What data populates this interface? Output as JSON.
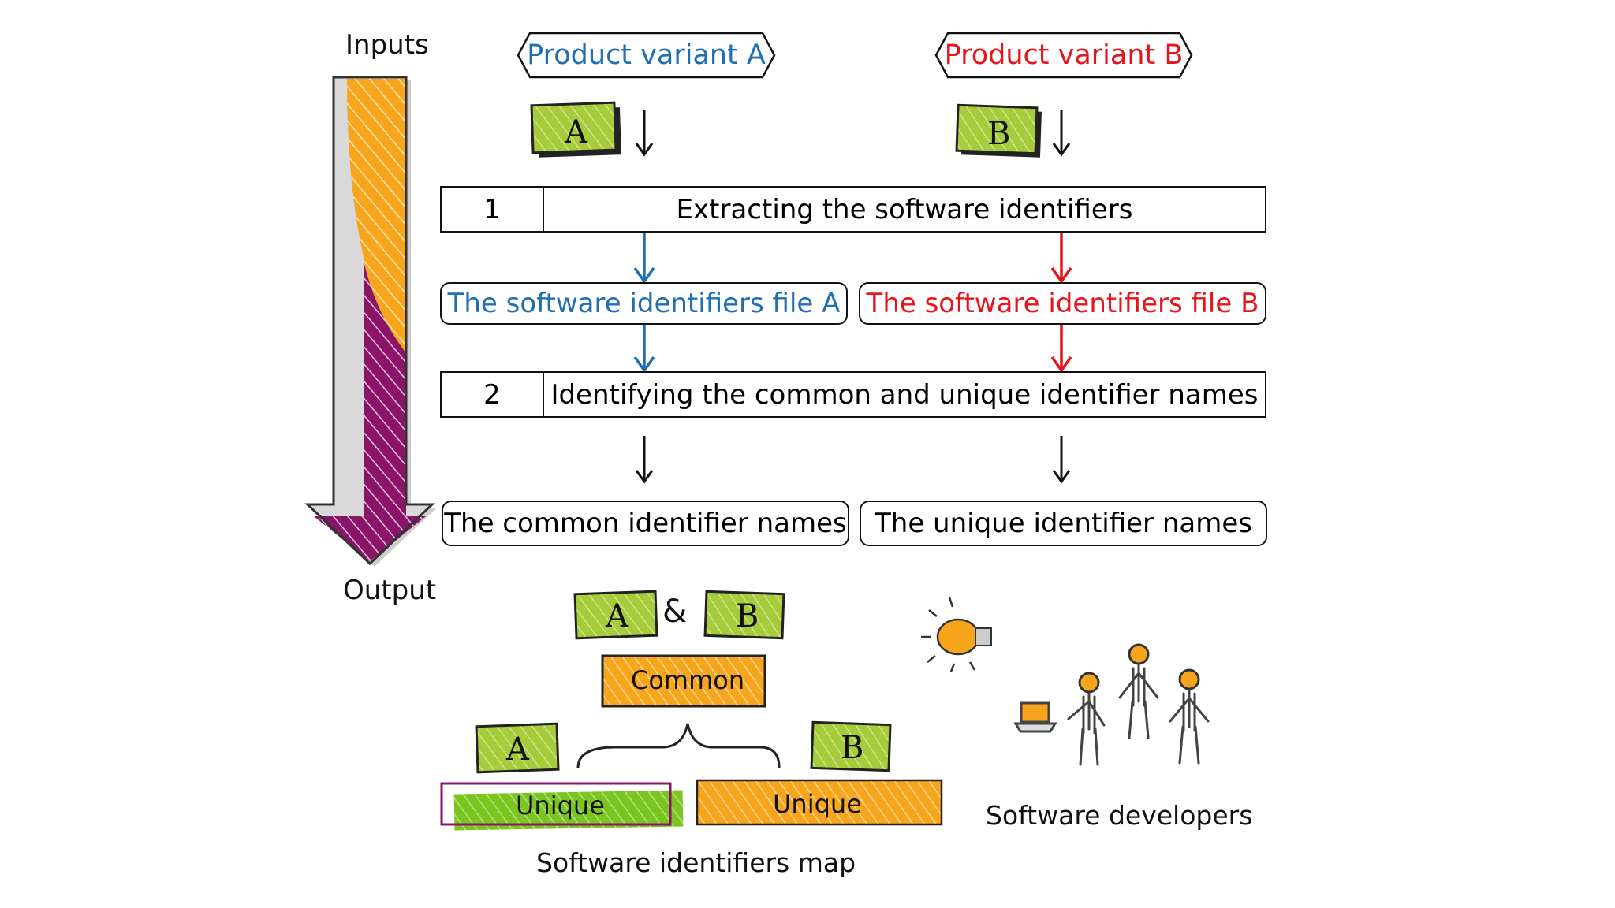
{
  "labels": {
    "inputs": "Inputs",
    "output": "Output"
  },
  "variants": {
    "a": {
      "label": "Product variant A",
      "color": "#1f6fb5"
    },
    "b": {
      "label": "Product variant B",
      "color": "#e8141b"
    }
  },
  "tags": {
    "a": "A",
    "b": "B",
    "amp": "&"
  },
  "steps": [
    {
      "number": "1",
      "label": "Extracting the software identifiers"
    },
    {
      "number": "2",
      "label": "Identifying the common and unique identifier names"
    }
  ],
  "files": {
    "a": "The software identifiers file A",
    "b": "The software identifiers file B"
  },
  "results": {
    "common": "The common identifier names",
    "unique": "The unique identifier names"
  },
  "map": {
    "common": "Common",
    "unique_a": "Unique",
    "unique_b": "Unique",
    "caption": "Software identifiers map"
  },
  "developers": {
    "caption": "Software developers"
  },
  "colors": {
    "orange": "#f7a51c",
    "purple": "#8a1468",
    "lime": "#a6cc3c",
    "green": "#7ac521",
    "dark": "#111111"
  }
}
